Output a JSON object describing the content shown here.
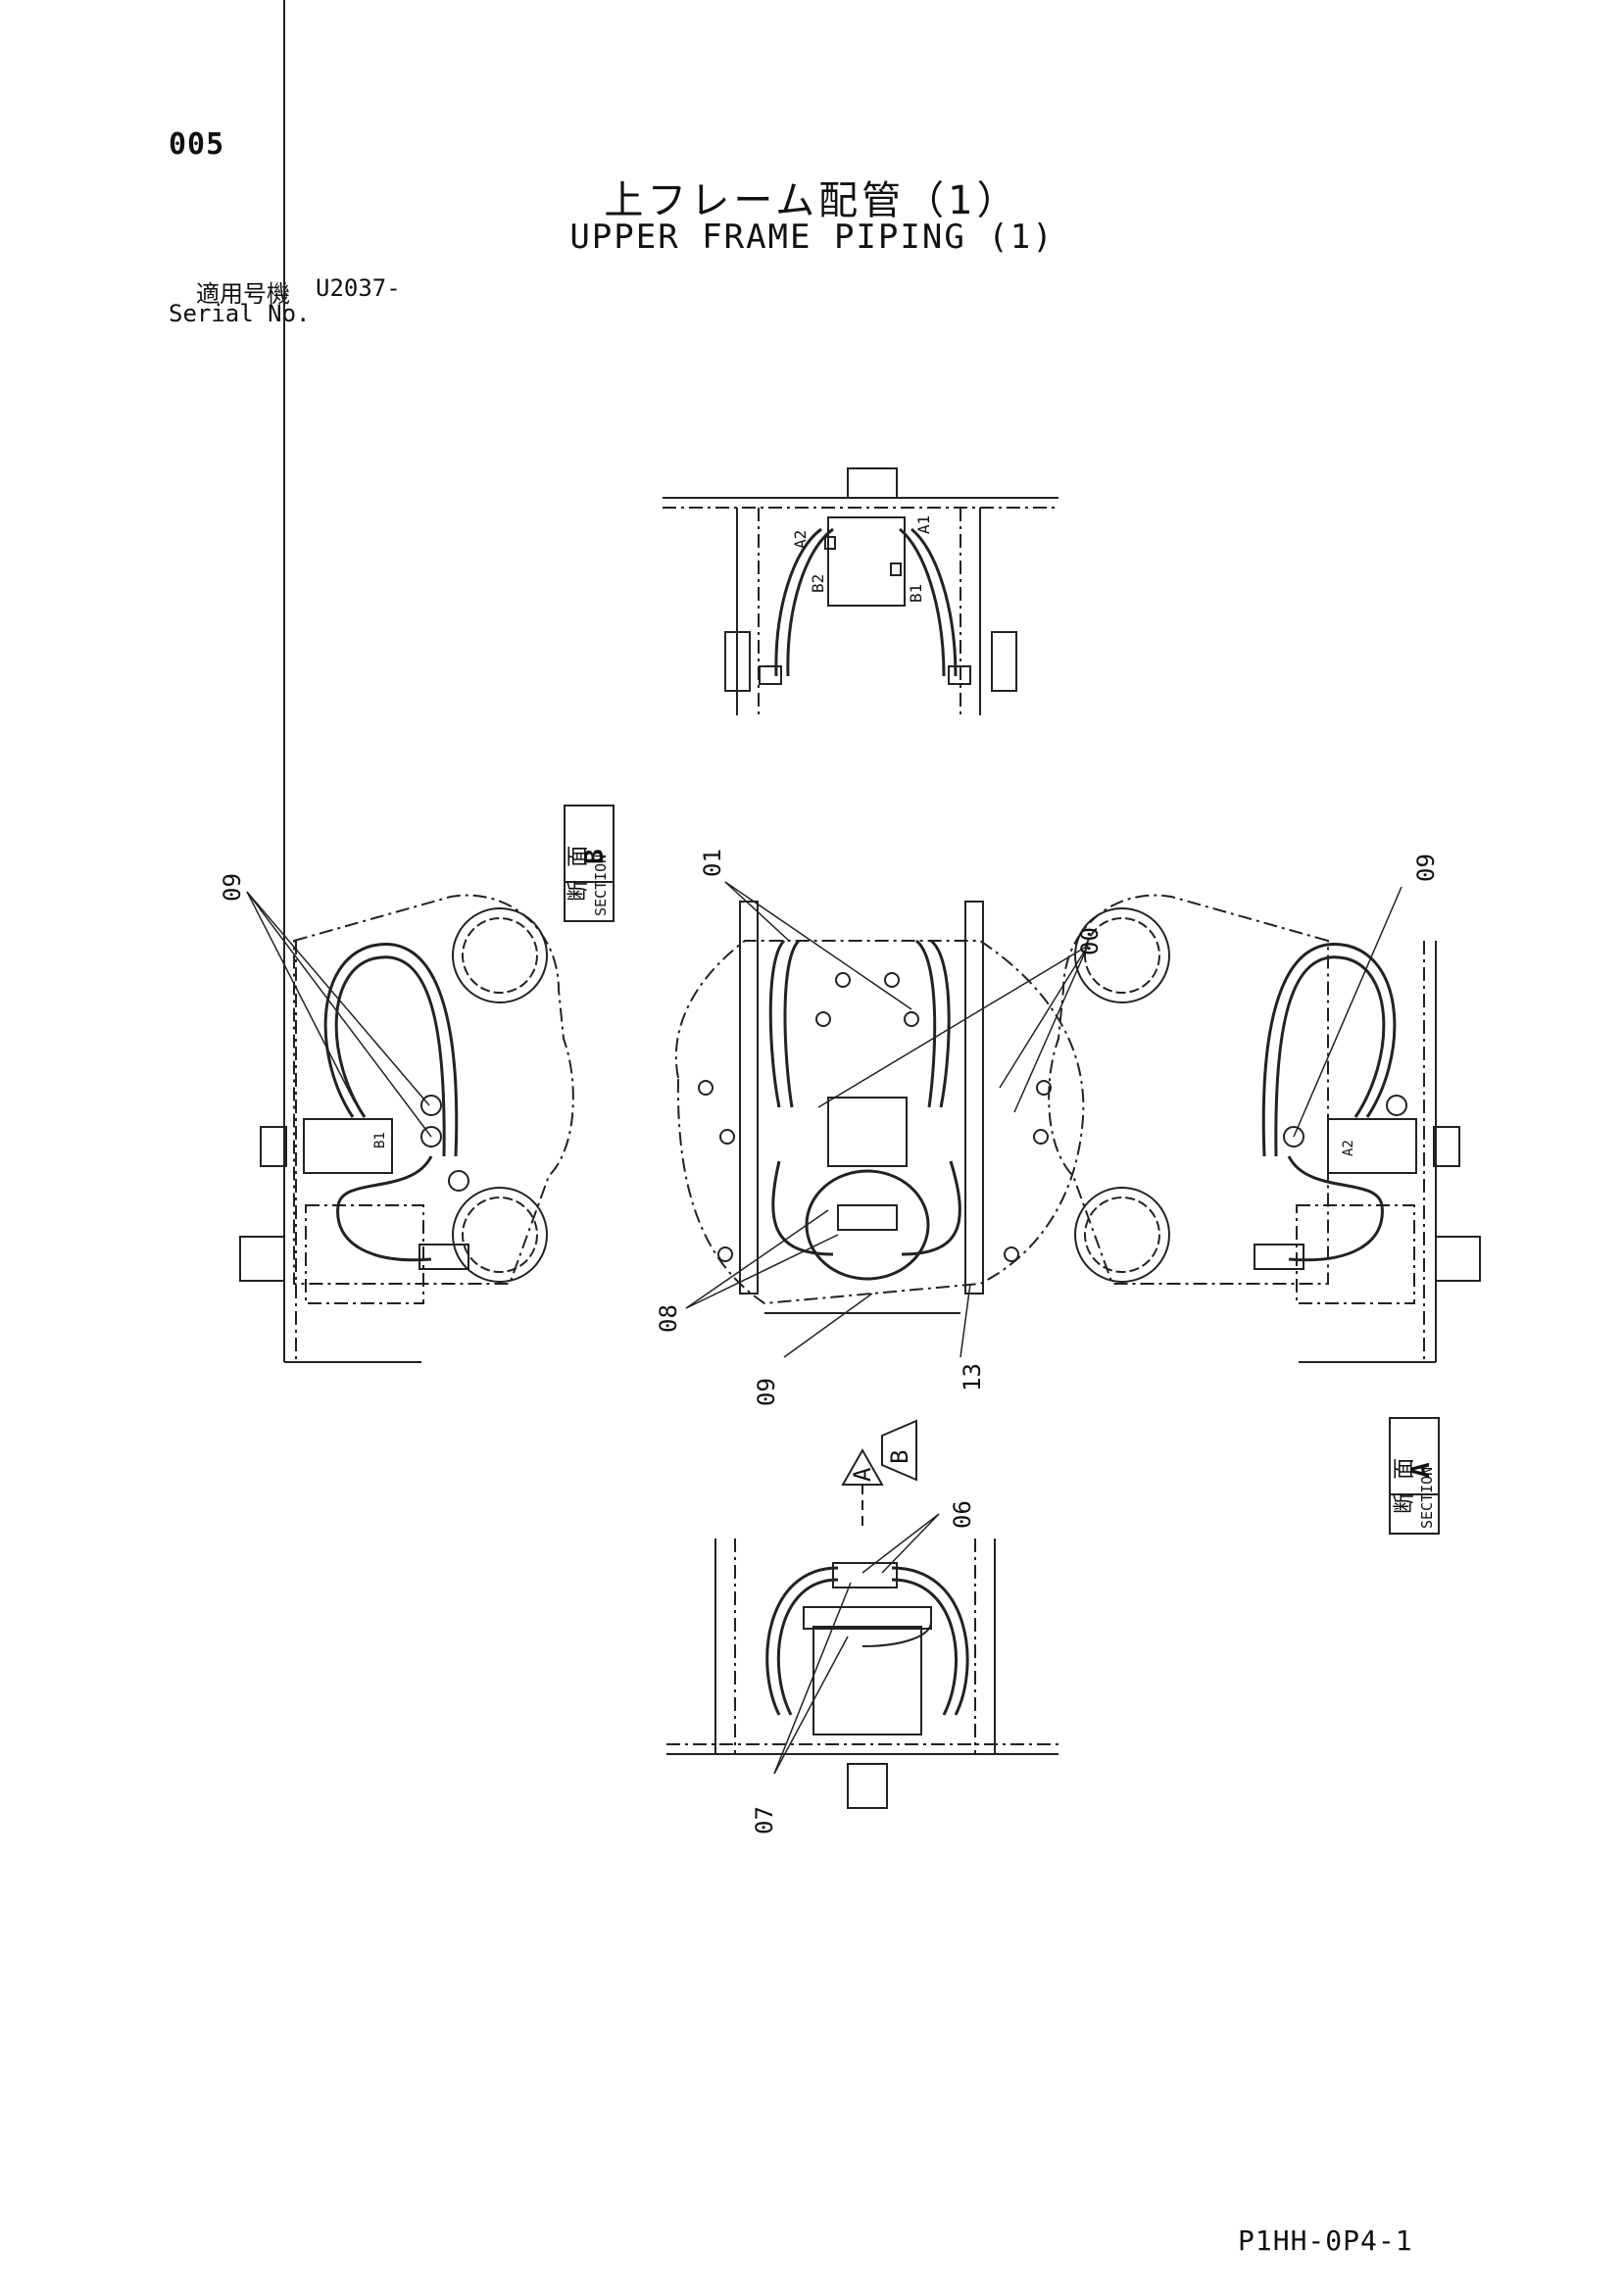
{
  "header": {
    "page_number": "005",
    "title_jp": "上フレーム配管（1）",
    "title_en": "UPPER FRAME PIPING (1)",
    "serial_label_jp": "適用号機",
    "serial_code": "U2037-",
    "serial_label_en": "Serial No."
  },
  "sections": {
    "b_jp": "断 面",
    "b_en": "SECTION",
    "b_letter": "B",
    "a_jp": "断 面",
    "a_en": "SECTION",
    "a_letter": "A"
  },
  "view_markers": {
    "a": "A",
    "b": "B"
  },
  "port_labels": {
    "a2": "A2",
    "a1": "A1",
    "b2": "B2",
    "b1": "B1",
    "b1_side": "B1",
    "a2_side": "A2"
  },
  "callouts": {
    "c09_left": "09",
    "c01": "01",
    "c00": "00",
    "c09_right": "09",
    "c08": "08",
    "c09_bottom": "09",
    "c13": "13",
    "c06": "06",
    "c07": "07"
  },
  "footer": {
    "drawing_code": "P1HH-0P4-1"
  }
}
